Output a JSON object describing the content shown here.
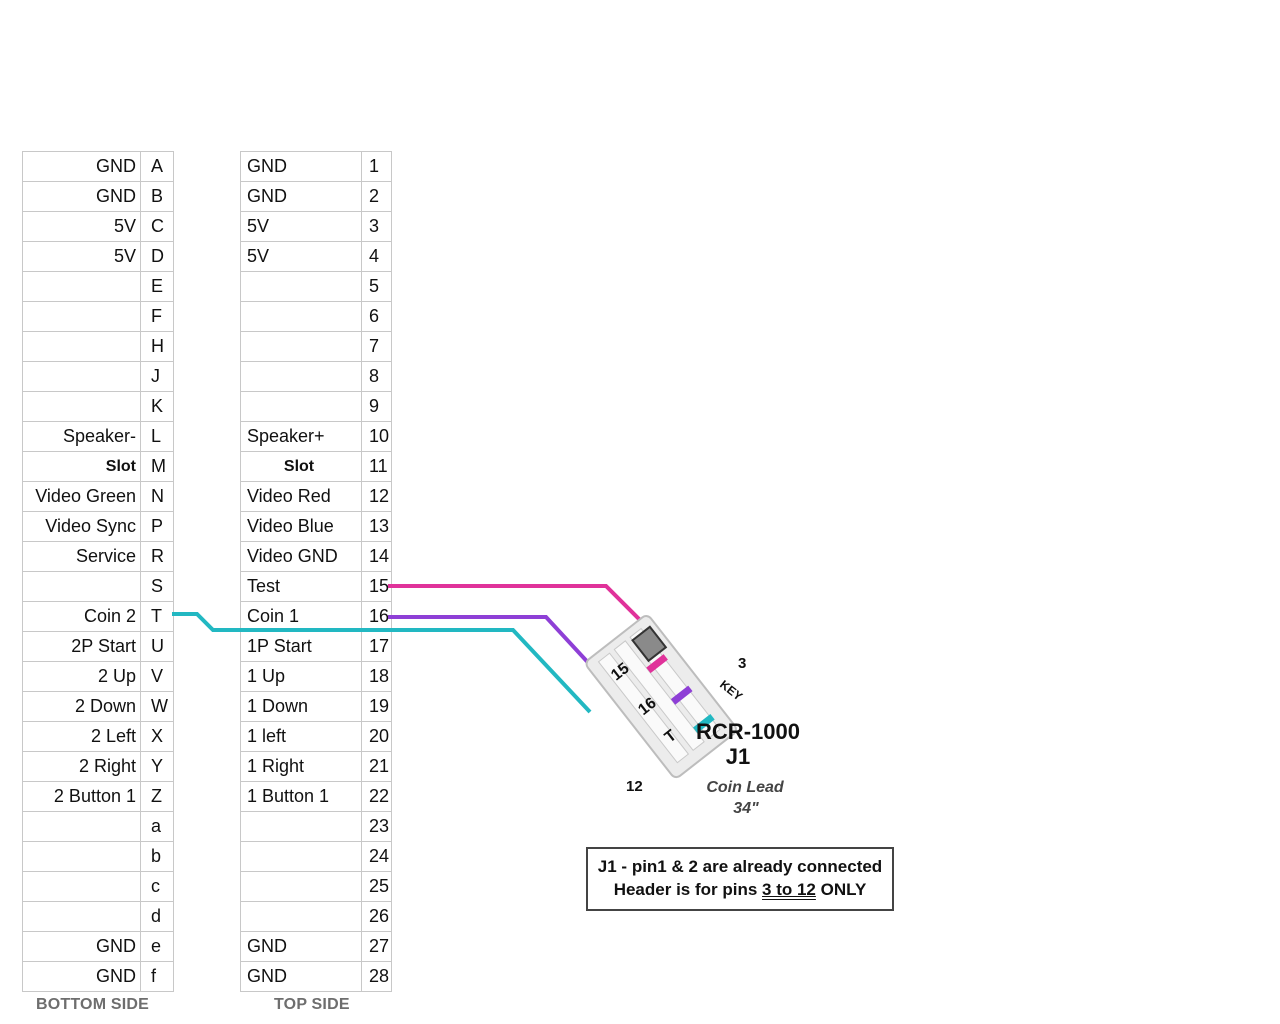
{
  "bottom_side": {
    "label": "BOTTOM SIDE",
    "rows": [
      {
        "signal": "GND",
        "pin": "A"
      },
      {
        "signal": "GND",
        "pin": "B"
      },
      {
        "signal": "5V",
        "pin": "C"
      },
      {
        "signal": "5V",
        "pin": "D"
      },
      {
        "signal": "",
        "pin": "E"
      },
      {
        "signal": "",
        "pin": "F"
      },
      {
        "signal": "",
        "pin": "H"
      },
      {
        "signal": "",
        "pin": "J"
      },
      {
        "signal": "",
        "pin": "K"
      },
      {
        "signal": "Speaker-",
        "pin": "L"
      },
      {
        "signal": "Slot",
        "pin": "M",
        "bold": true
      },
      {
        "signal": "Video Green",
        "pin": "N"
      },
      {
        "signal": "Video Sync",
        "pin": "P"
      },
      {
        "signal": "Service",
        "pin": "R"
      },
      {
        "signal": "",
        "pin": "S"
      },
      {
        "signal": "Coin 2",
        "pin": "T"
      },
      {
        "signal": "2P Start",
        "pin": "U"
      },
      {
        "signal": "2 Up",
        "pin": "V"
      },
      {
        "signal": "2 Down",
        "pin": "W"
      },
      {
        "signal": "2 Left",
        "pin": "X"
      },
      {
        "signal": "2 Right",
        "pin": "Y"
      },
      {
        "signal": "2 Button 1",
        "pin": "Z"
      },
      {
        "signal": "",
        "pin": "a"
      },
      {
        "signal": "",
        "pin": "b"
      },
      {
        "signal": "",
        "pin": "c"
      },
      {
        "signal": "",
        "pin": "d"
      },
      {
        "signal": "GND",
        "pin": "e"
      },
      {
        "signal": "GND",
        "pin": "f"
      }
    ]
  },
  "top_side": {
    "label": "TOP SIDE",
    "rows": [
      {
        "signal": "GND",
        "pin": "1"
      },
      {
        "signal": "GND",
        "pin": "2"
      },
      {
        "signal": "5V",
        "pin": "3"
      },
      {
        "signal": "5V",
        "pin": "4"
      },
      {
        "signal": "",
        "pin": "5"
      },
      {
        "signal": "",
        "pin": "6"
      },
      {
        "signal": "",
        "pin": "7"
      },
      {
        "signal": "",
        "pin": "8"
      },
      {
        "signal": "",
        "pin": "9"
      },
      {
        "signal": "Speaker+",
        "pin": "10"
      },
      {
        "signal": "Slot",
        "pin": "11",
        "bold": true
      },
      {
        "signal": "Video Red",
        "pin": "12"
      },
      {
        "signal": "Video Blue",
        "pin": "13"
      },
      {
        "signal": "Video GND",
        "pin": "14"
      },
      {
        "signal": "Test",
        "pin": "15"
      },
      {
        "signal": "Coin 1",
        "pin": "16"
      },
      {
        "signal": "1P Start",
        "pin": "17"
      },
      {
        "signal": "1 Up",
        "pin": "18"
      },
      {
        "signal": "1 Down",
        "pin": "19"
      },
      {
        "signal": "1 left",
        "pin": "20"
      },
      {
        "signal": "1 Right",
        "pin": "21"
      },
      {
        "signal": "1 Button 1",
        "pin": "22"
      },
      {
        "signal": "",
        "pin": "23"
      },
      {
        "signal": "",
        "pin": "24"
      },
      {
        "signal": "",
        "pin": "25"
      },
      {
        "signal": "",
        "pin": "26"
      },
      {
        "signal": "GND",
        "pin": "27"
      },
      {
        "signal": "GND",
        "pin": "28"
      }
    ]
  },
  "connector": {
    "title": "RCR-1000",
    "subtitle": "J1",
    "cable_label": "Coin Lead",
    "cable_length": "34\"",
    "pin_labels": [
      "15",
      "16",
      "T"
    ],
    "key_label": "KEY",
    "pin_range_start": "3",
    "pin_range_end": "12"
  },
  "wires": [
    {
      "from_pin": "15",
      "to_connector_pin": "15",
      "color": "#e0329a"
    },
    {
      "from_pin": "16",
      "to_connector_pin": "16",
      "color": "#8e3fd6"
    },
    {
      "from_pin": "T",
      "to_connector_pin": "T",
      "color": "#22b8c2"
    }
  ],
  "colors": {
    "test_wire": "#e0329a",
    "coin1_wire": "#8e3fd6",
    "coin2_wire": "#22b8c2",
    "outline": "#111111"
  },
  "note": {
    "line1": "J1 - pin1 & 2 are already connected",
    "line2_pre": "Header is for pins ",
    "line2_underlined": "3 to 12",
    "line2_post": " ONLY"
  }
}
